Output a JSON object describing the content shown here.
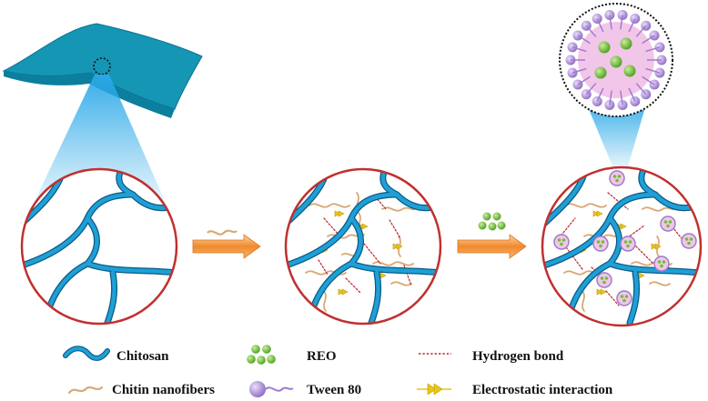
{
  "legend": {
    "chitosan": "Chitosan",
    "chitin_nanofibers": "Chitin nanofibers",
    "reo": "REO",
    "tween80": "Tween 80",
    "hydrogen_bond": "Hydrogen bond",
    "electrostatic": "Electrostatic interaction"
  },
  "colors": {
    "chitosan": "#1ea0d6",
    "chitin_nanofiber": "#d9a877",
    "reo": "#6cc034",
    "tween80": "#b497dc",
    "hydrogen_bond": "#c0242a",
    "electrostatic": "#e8c51a",
    "circle_border": "#c0302f",
    "arrow": "#f08a2c",
    "film": "#1596b5",
    "micelle_bg": "#f2c6e8"
  },
  "icons": {
    "film": "chitosan-film-icon",
    "arrow": "right-arrow-icon",
    "micelle": "micelle-icon"
  }
}
